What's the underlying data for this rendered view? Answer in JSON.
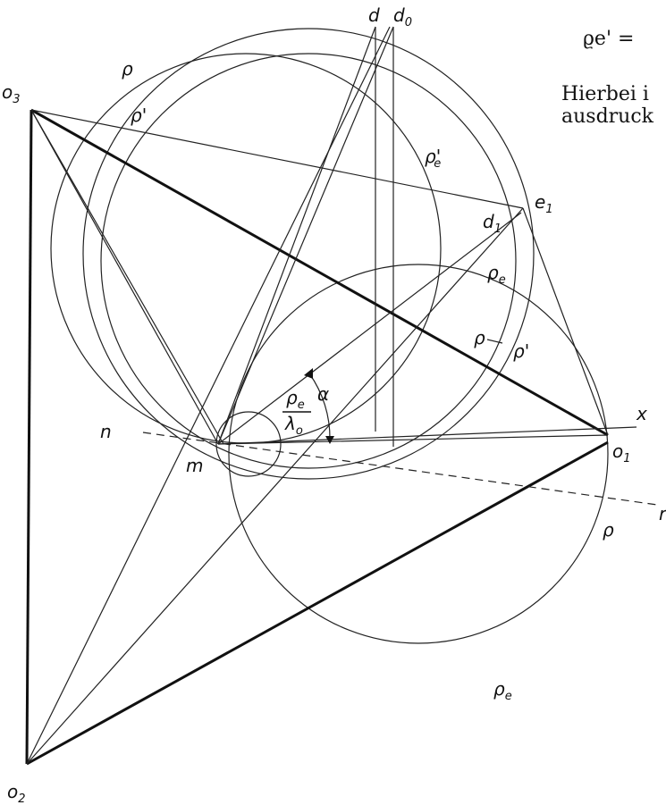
{
  "points": {
    "o3": {
      "base": "o",
      "sub": "3"
    },
    "o1": {
      "base": "o",
      "sub": "1"
    },
    "o2": {
      "base": "o",
      "sub": "2"
    },
    "d": "d",
    "d0": {
      "base": "d",
      "sub": "0"
    },
    "d1": {
      "base": "d",
      "sub": "1"
    },
    "e1": {
      "base": "e",
      "sub": "1"
    },
    "m": "m",
    "n": "n",
    "x": "x"
  },
  "curve_labels": {
    "rho": "ρ",
    "rho_prime": "ρ'",
    "rho_e": "ρ",
    "rho_e_sub": "e",
    "rho_e_prime": "ρ'",
    "angle_alpha": "α",
    "ratio_num": "ρ",
    "ratio_num_sub": "e",
    "ratio_den": "λ",
    "ratio_den_sub": "o"
  },
  "text": {
    "formula_fragment": "ϱe' =",
    "line1": "Hierbei i",
    "line2": "ausdruck",
    "edge_mark": "r"
  }
}
